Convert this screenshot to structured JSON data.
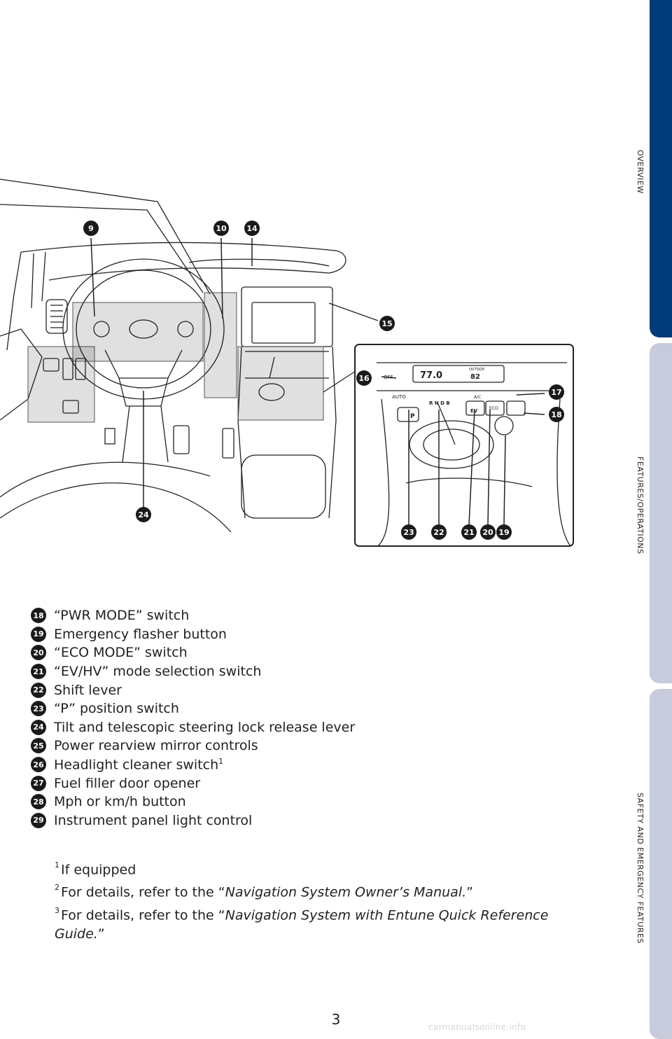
{
  "side_tabs": [
    {
      "label": "OVERVIEW"
    },
    {
      "label": "FEATURES/OPERATIONS"
    },
    {
      "label": "SAFETY AND EMERGENCY FEATURES"
    }
  ],
  "illustration": {
    "callouts": [
      "9",
      "10",
      "14",
      "15",
      "16",
      "17",
      "18",
      "23",
      "22",
      "21",
      "20",
      "19",
      "24"
    ],
    "panel_text": {
      "off": "OFF",
      "auto": "AUTO",
      "temp": "77.0",
      "outside": "OUTSIDE",
      "outside_temp": "82",
      "ac": "A/C",
      "eco": "ECO",
      "ev": "EV",
      "p": "P",
      "shift": "R N D B"
    }
  },
  "legend": [
    {
      "num": "18",
      "text": "“PWR MODE” switch",
      "sup": ""
    },
    {
      "num": "19",
      "text": "Emergency flasher button",
      "sup": ""
    },
    {
      "num": "20",
      "text": "“ECO MODE” switch",
      "sup": ""
    },
    {
      "num": "21",
      "text": "“EV/HV” mode selection switch",
      "sup": ""
    },
    {
      "num": "22",
      "text": "Shift lever",
      "sup": ""
    },
    {
      "num": "23",
      "text": "“P” position switch",
      "sup": ""
    },
    {
      "num": "24",
      "text": "Tilt and telescopic steering lock release lever",
      "sup": ""
    },
    {
      "num": "25",
      "text": "Power rearview mirror controls",
      "sup": ""
    },
    {
      "num": "26",
      "text": "Headlight cleaner switch",
      "sup": "1"
    },
    {
      "num": "27",
      "text": "Fuel filler door opener",
      "sup": ""
    },
    {
      "num": "28",
      "text": "Mph or km/h button",
      "sup": ""
    },
    {
      "num": "29",
      "text": "Instrument panel light control",
      "sup": ""
    }
  ],
  "notes": [
    {
      "sup": "1",
      "pre": "If equipped",
      "ital": "",
      "post": ""
    },
    {
      "sup": "2",
      "pre": "For details, refer to the “",
      "ital": "Navigation System Owner’s Manual.",
      "post": "”"
    },
    {
      "sup": "3",
      "pre": "For details, refer to the “",
      "ital": "Navigation System with Entune Quick Reference",
      "post": ""
    },
    {
      "sup": "",
      "pre": "",
      "ital": "Guide.",
      "post": "”"
    }
  ],
  "page_number": "3",
  "watermark": "carmanualsonline.info"
}
